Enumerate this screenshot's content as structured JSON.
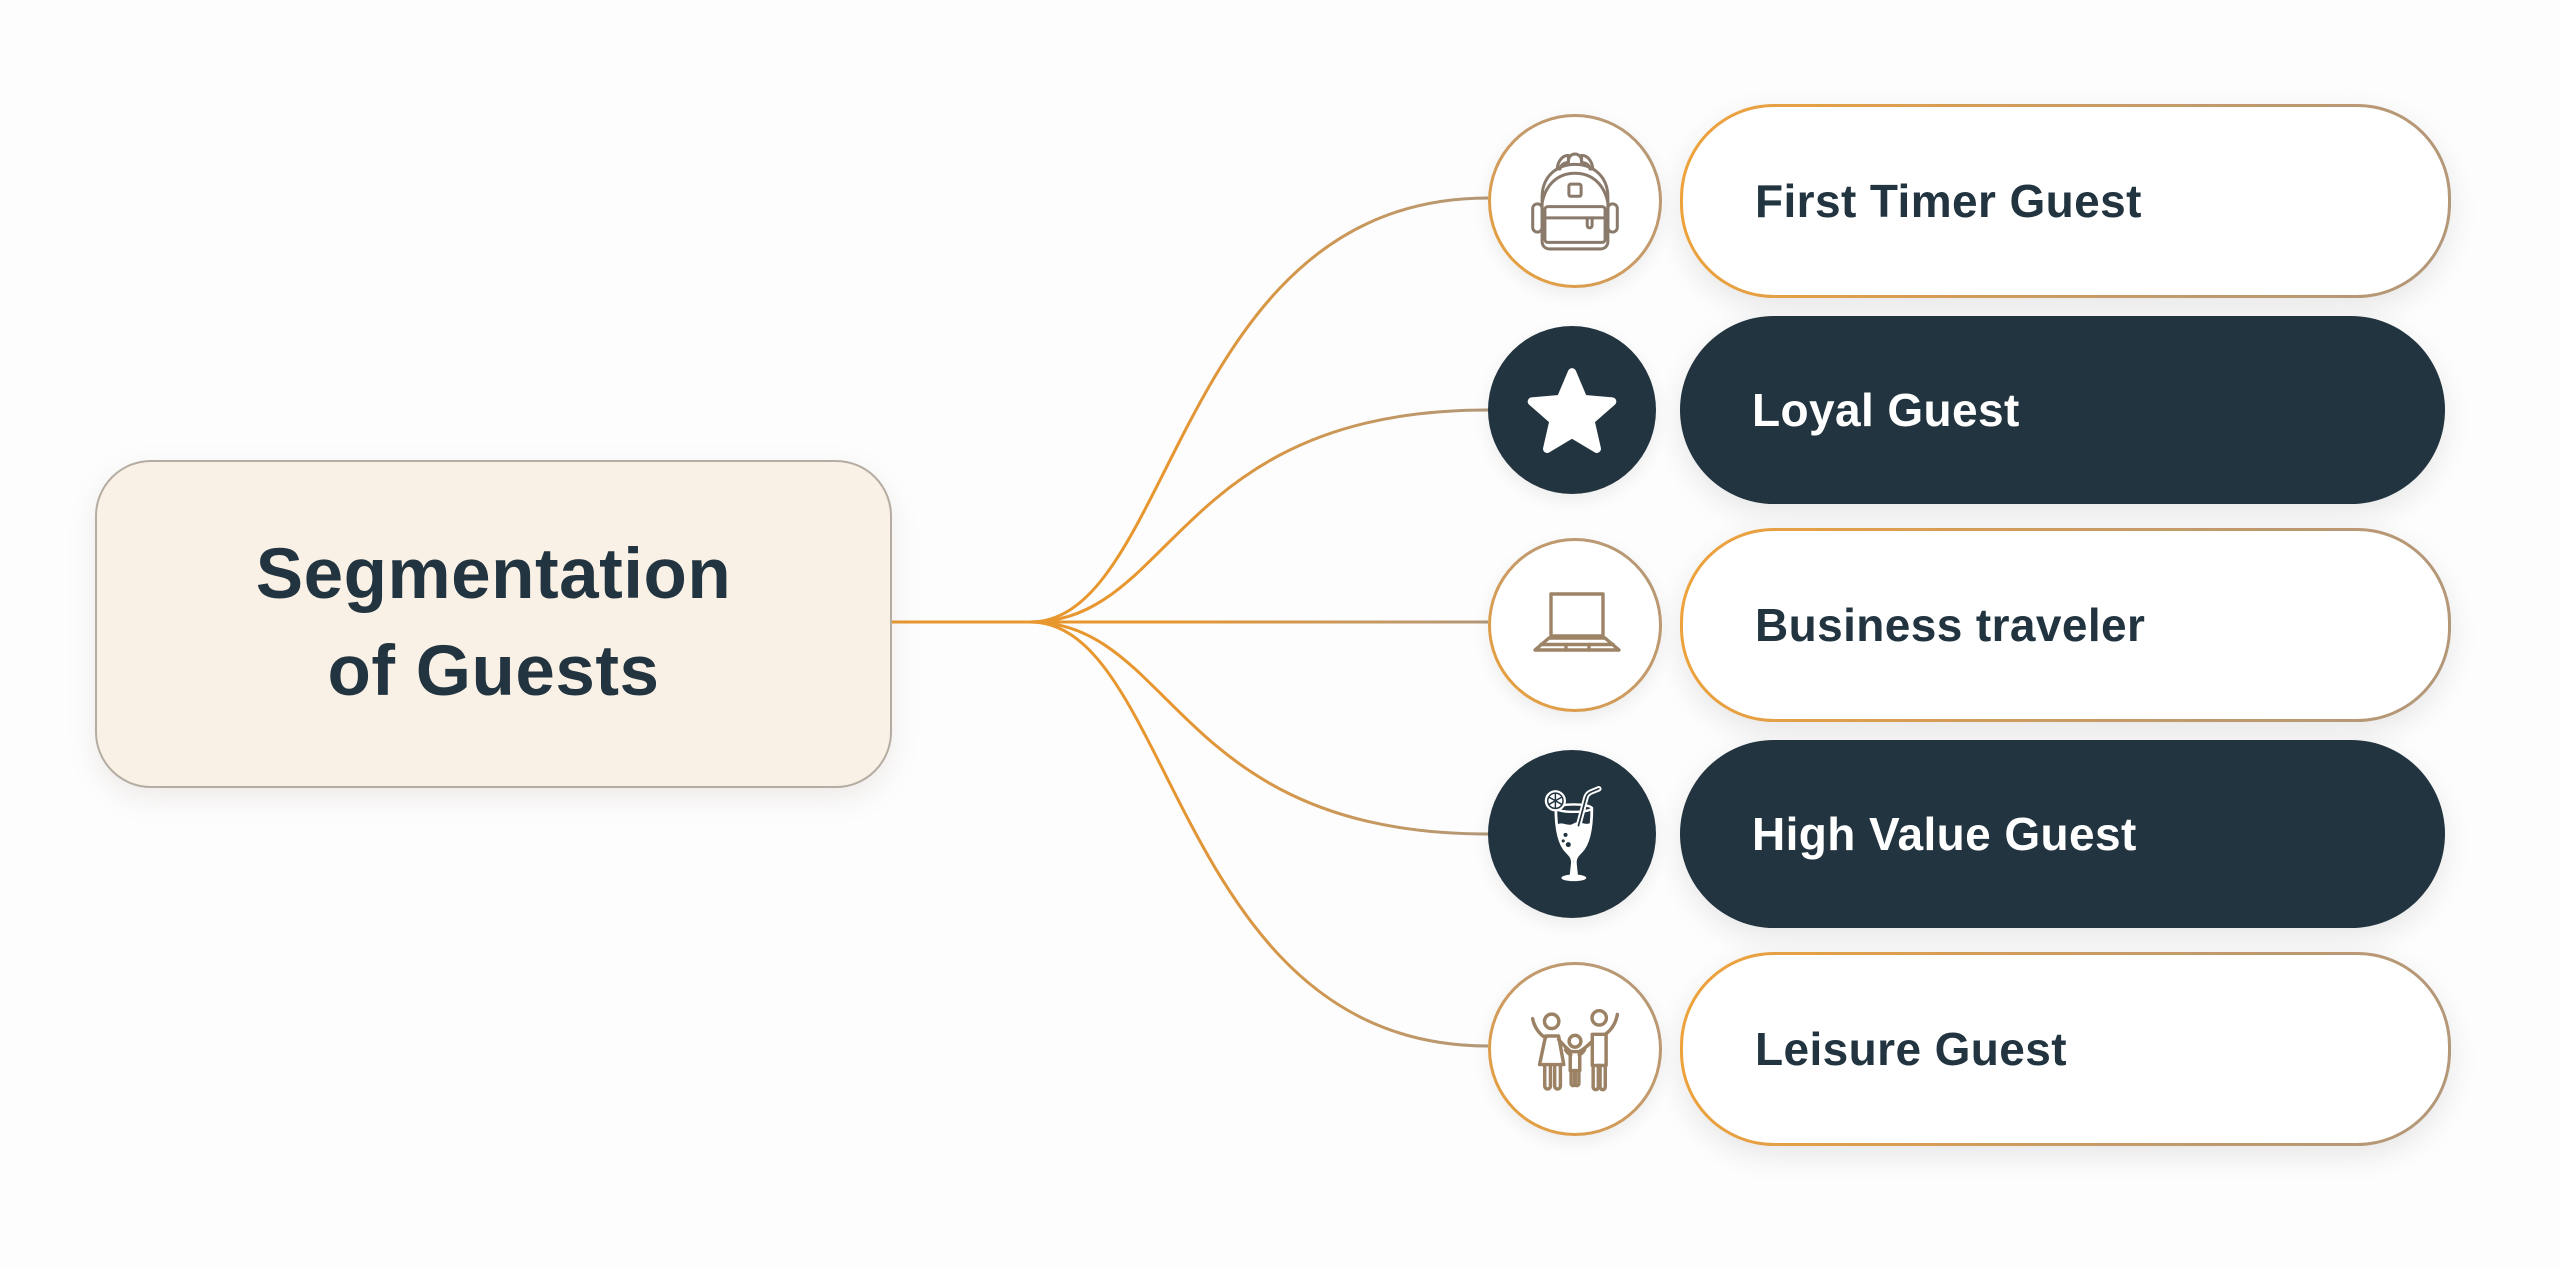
{
  "diagram": {
    "title": {
      "lines": [
        "Segmentation",
        "of Guests"
      ]
    },
    "items": [
      {
        "label": "First Timer Guest",
        "icon": "backpack-icon",
        "variant": "light"
      },
      {
        "label": "Loyal Guest",
        "icon": "star-icon",
        "variant": "dark"
      },
      {
        "label": "Business traveler",
        "icon": "laptop-icon",
        "variant": "light"
      },
      {
        "label": "High Value Guest",
        "icon": "cocktail-icon",
        "variant": "dark"
      },
      {
        "label": "Leisure Guest",
        "icon": "family-icon",
        "variant": "light"
      }
    ],
    "colors": {
      "dark_teal": "#22343F",
      "orange": "#EFA033",
      "line_orange": "#E8962E",
      "tan": "#B2987A",
      "cream_fill": "#FAF1E6",
      "cream_border": "#B5ACA2",
      "text_dark": "#223440",
      "white": "#FFFFFF",
      "background": "#FDFDFD"
    }
  }
}
